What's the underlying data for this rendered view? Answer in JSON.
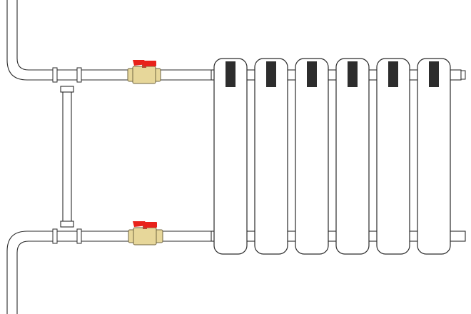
{
  "diagram": {
    "type": "radiator-bypass-piping",
    "radiator": {
      "sections": 6
    },
    "valves": [
      {
        "name": "supply-valve",
        "icon": "ball-valve-icon",
        "handle_color": "#e8221b",
        "body_color": "#e7d79a"
      },
      {
        "name": "return-valve",
        "icon": "ball-valve-icon",
        "handle_color": "#e8221b",
        "body_color": "#e7d79a"
      }
    ],
    "colors": {
      "line": "#2a2a2a",
      "band": "#2d2d2d",
      "background": "#ffffff"
    }
  }
}
